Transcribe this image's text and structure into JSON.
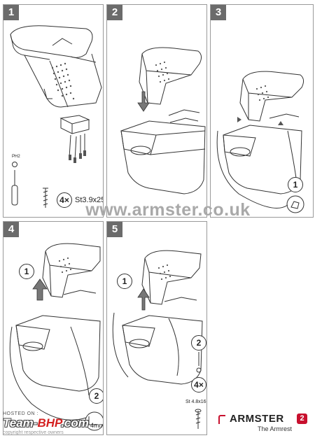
{
  "steps": [
    {
      "number": "1"
    },
    {
      "number": "2"
    },
    {
      "number": "3",
      "callout": "1"
    },
    {
      "number": "4",
      "callout_up": "1",
      "callout_down": "2",
      "size": "4mm"
    },
    {
      "number": "5",
      "callout_up": "1",
      "callout_screw": "2",
      "qty": "4×",
      "screw_label": "St 4.8x16"
    }
  ],
  "step1_screws": {
    "qty": "4×",
    "spec": "St3.9x25",
    "bit_label": "PH2"
  },
  "website": "www.armster.co.uk",
  "brand": {
    "name": "ARMSTER",
    "version": "2",
    "tagline": "The Armrest",
    "color": "#c8102e"
  },
  "watermark": {
    "hosted": "HOSTED ON :",
    "site_main": "Team-",
    "site_accent": "BHP",
    "site_tail": ".com",
    "copyright": "copyright respective owners"
  }
}
